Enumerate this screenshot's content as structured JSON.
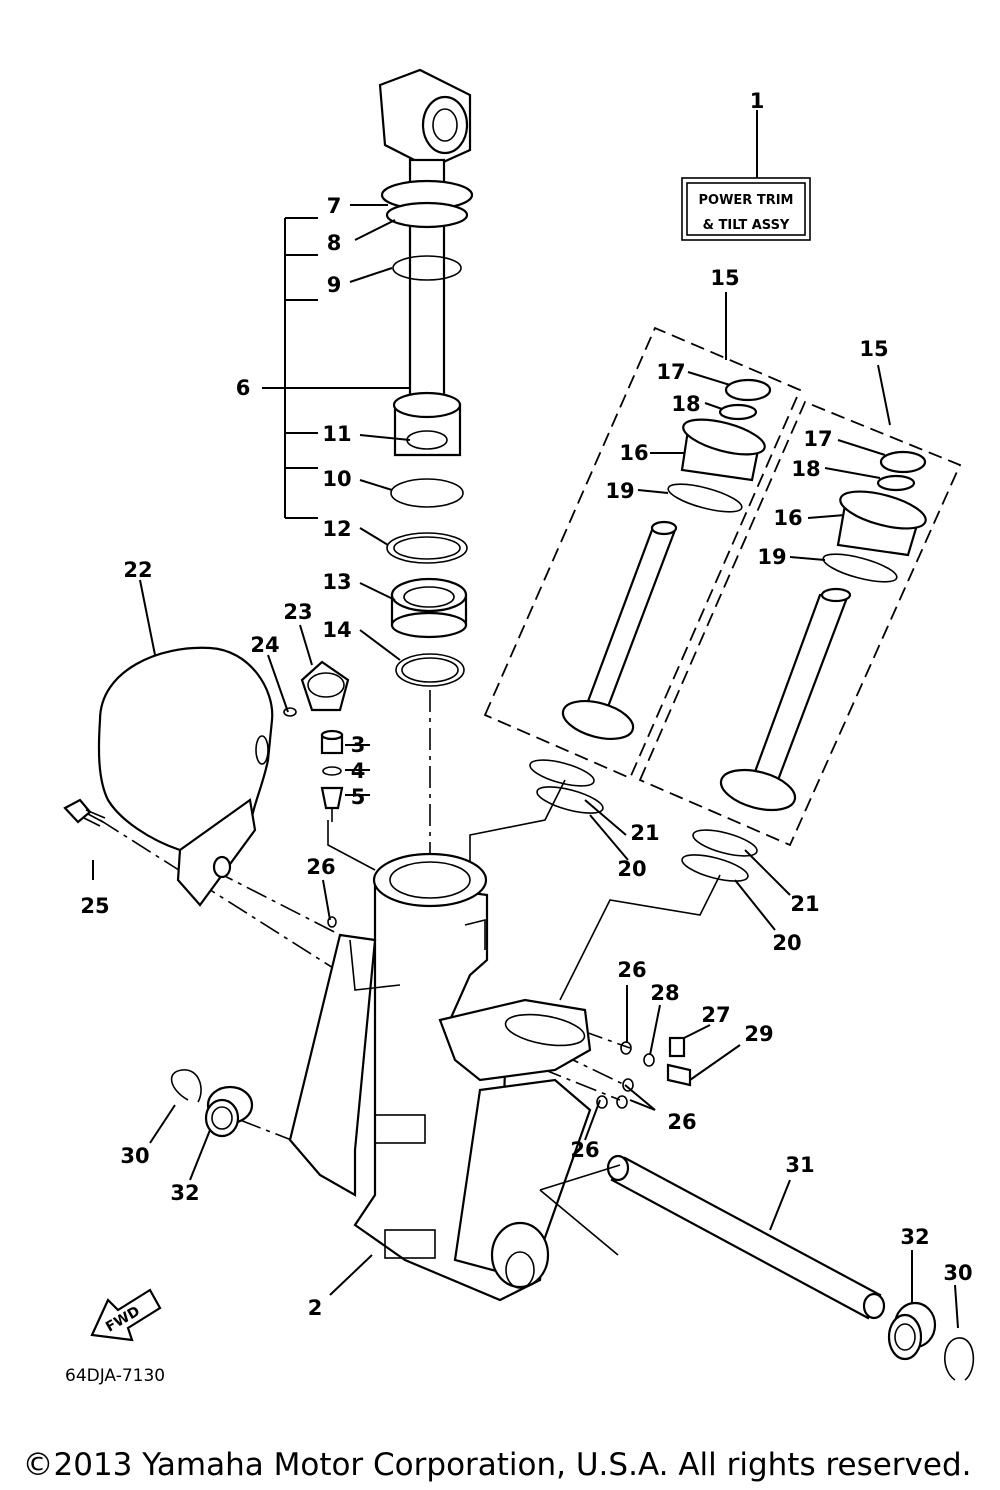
{
  "part_box": {
    "line1": "POWER TRIM",
    "line2": "& TILT ASSY"
  },
  "fwd_arrow": "FWD",
  "diagram_code": "64DJA-7130",
  "copyright": "©2013 Yamaha Motor Corporation, U.S.A. All rights reserved.",
  "callouts": {
    "c1": "1",
    "c2": "2",
    "c3": "3",
    "c4": "4",
    "c5": "5",
    "c6": "6",
    "c7": "7",
    "c8": "8",
    "c9": "9",
    "c10": "10",
    "c11": "11",
    "c12": "12",
    "c13": "13",
    "c14": "14",
    "c15a": "15",
    "c15b": "15",
    "c16a": "16",
    "c16b": "16",
    "c17a": "17",
    "c17b": "17",
    "c18a": "18",
    "c18b": "18",
    "c19a": "19",
    "c19b": "19",
    "c20a": "20",
    "c20b": "20",
    "c21a": "21",
    "c21b": "21",
    "c22": "22",
    "c23": "23",
    "c24": "24",
    "c25": "25",
    "c26a": "26",
    "c26b": "26",
    "c26c": "26",
    "c26d": "26",
    "c27": "27",
    "c28": "28",
    "c29": "29",
    "c30a": "30",
    "c30b": "30",
    "c31": "31",
    "c32a": "32",
    "c32b": "32"
  }
}
